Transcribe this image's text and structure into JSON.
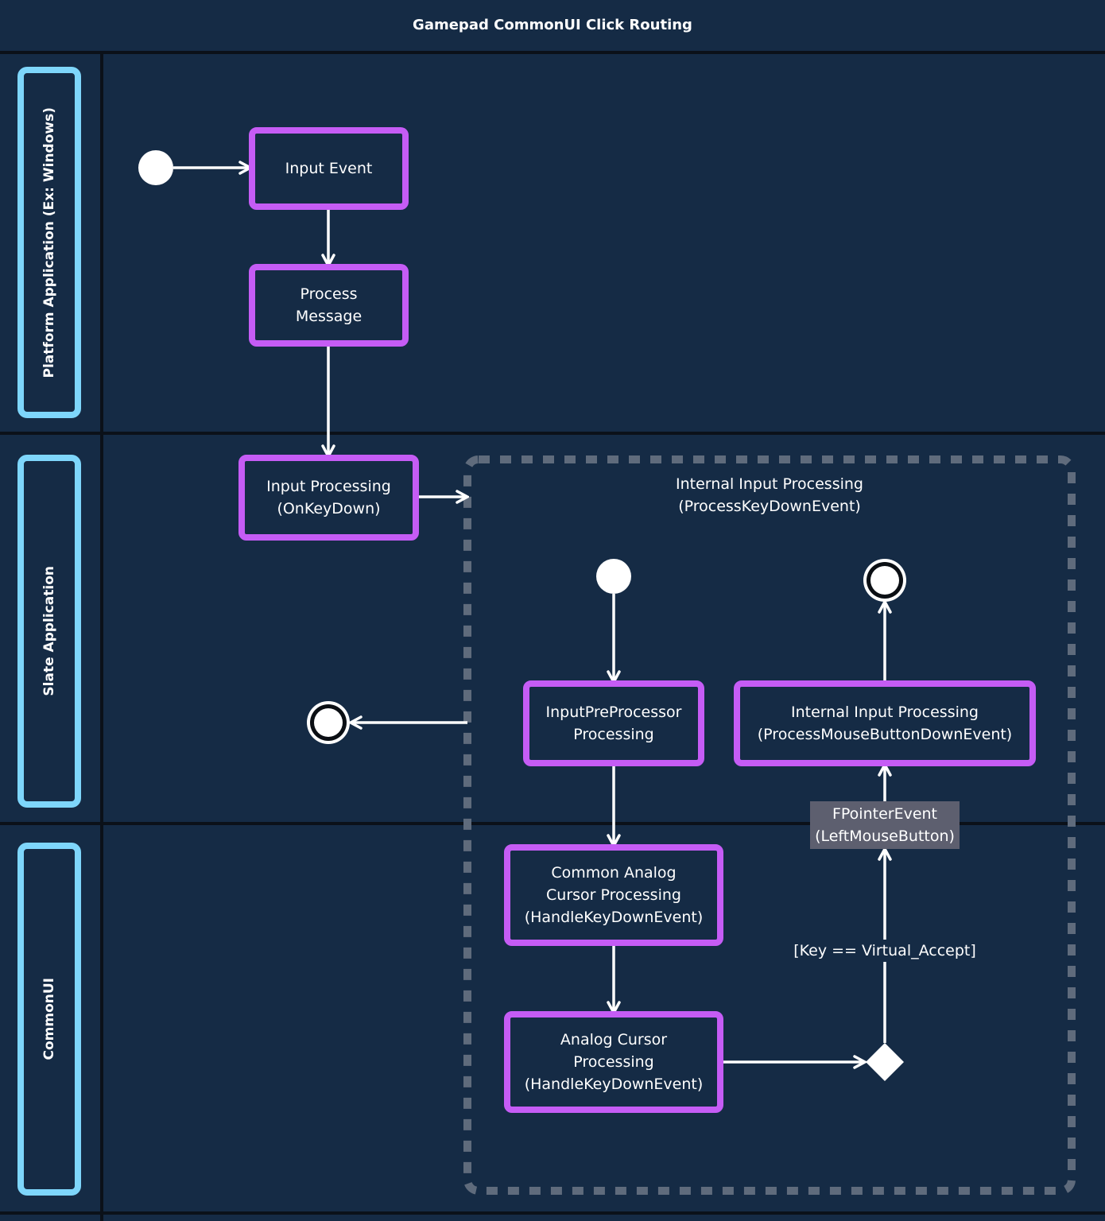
{
  "title": "Gamepad CommonUI Click Routing",
  "lanes": [
    {
      "label": "Platform Application (Ex: Windows)"
    },
    {
      "label": "Slate Application"
    },
    {
      "label": "CommonUI"
    }
  ],
  "nodes": {
    "input_event": {
      "lines": [
        "Input Event"
      ]
    },
    "process_message": {
      "lines": [
        "Process",
        "Message"
      ]
    },
    "input_processing": {
      "lines": [
        "Input Processing",
        "(OnKeyDown)"
      ]
    },
    "input_preprocessor": {
      "lines": [
        "InputPreProcessor",
        "Processing"
      ]
    },
    "internal_mouse_processing": {
      "lines": [
        "Internal Input Processing",
        "(ProcessMouseButtonDownEvent)"
      ]
    },
    "common_analog_cursor": {
      "lines": [
        "Common Analog",
        "Cursor Processing",
        "(HandleKeyDownEvent)"
      ]
    },
    "analog_cursor": {
      "lines": [
        "Analog Cursor",
        "Processing",
        "(HandleKeyDownEvent)"
      ]
    }
  },
  "region": {
    "lines": [
      "Internal Input Processing",
      "(ProcessKeyDownEvent)"
    ]
  },
  "object_node": {
    "lines": [
      "FPointerEvent",
      "(LeftMouseButton)"
    ]
  },
  "guard": "[Key == Virtual_Accept]",
  "colors": {
    "background": "#152b45",
    "node_border": "#c55cf5",
    "lane_border": "#7ed6fb",
    "region_border": "#5f6b7c",
    "object_node_fill": "#5d5f6f",
    "divider": "#0b1119",
    "text": "#ffffff"
  }
}
